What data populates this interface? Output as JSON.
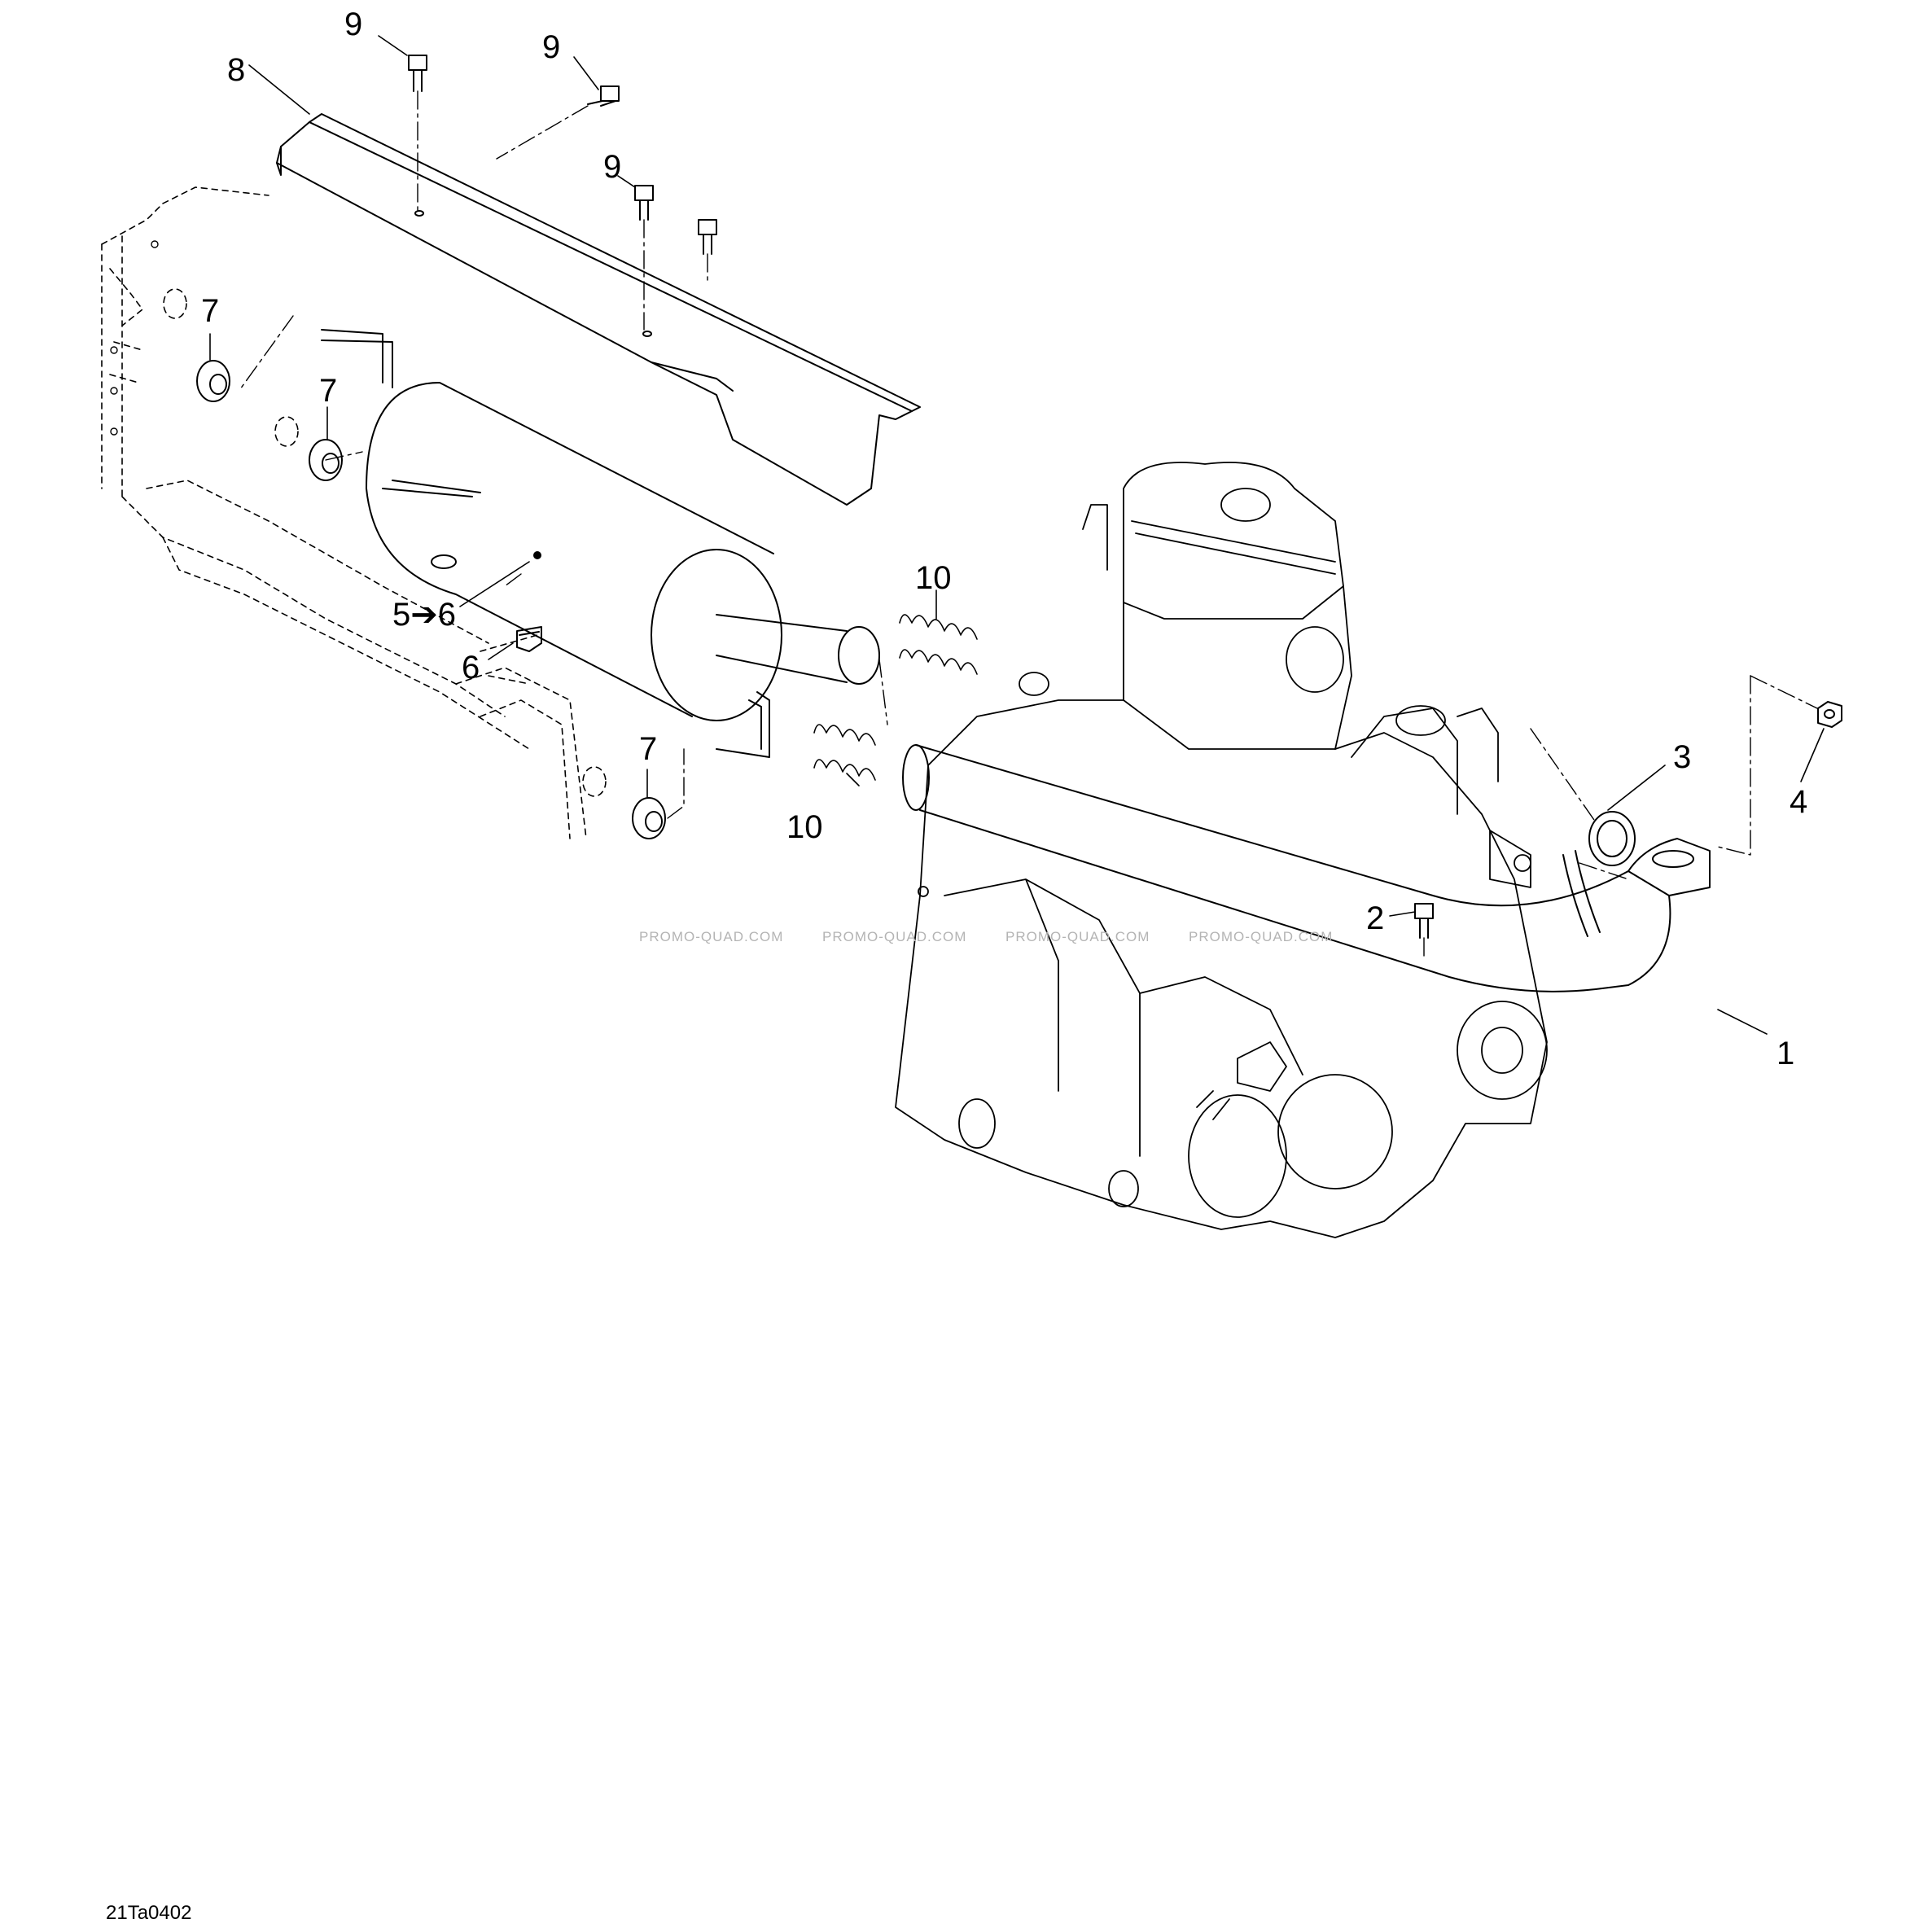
{
  "callouts": {
    "c1": "1",
    "c2": "2",
    "c3": "3",
    "c4": "4",
    "c5": "5➔6",
    "c6": "6",
    "c7a": "7",
    "c7b": "7",
    "c7c": "7",
    "c8": "8",
    "c9a": "9",
    "c9b": "9",
    "c9c": "9",
    "c10a": "10",
    "c10b": "10"
  },
  "watermarks": [
    "PROMO-QUAD.COM",
    "PROMO-QUAD.COM",
    "PROMO-QUAD.COM",
    "PROMO-QUAD.COM"
  ],
  "reference_code": "21Ta0402",
  "colors": {
    "ink": "#000000",
    "watermark": "#b4b4b4",
    "background": "#ffffff"
  }
}
